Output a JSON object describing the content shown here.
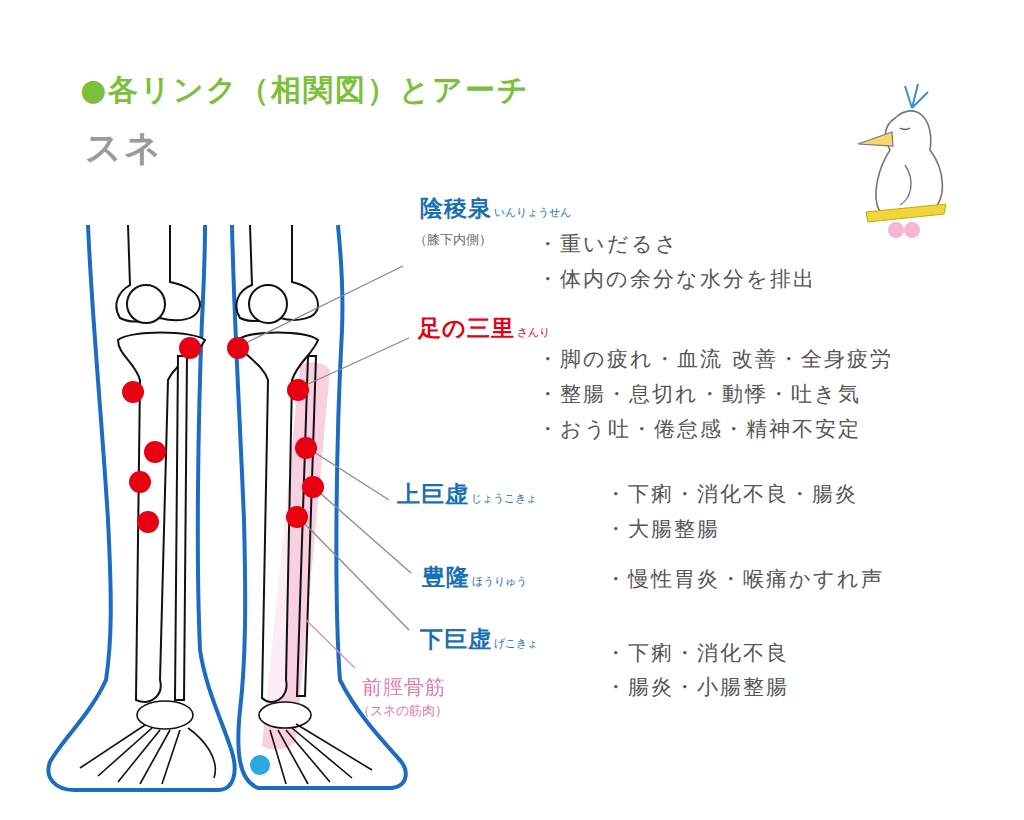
{
  "diagram": {
    "title": "●各リンク（相関図）とアーチ",
    "labels": [
      "スネ",
      "陰稜泉",
      "いんりょうせん",
      "（膝下内側）",
      "・重いだるさ",
      "・体内の余分な水分を排出",
      "足の三里",
      "さんり",
      "・脚の疲れ・血流 改善・全身疲労",
      "・整腸・息切れ・動悸・吐き気",
      "・おう吐・倦怠感・精神不安定",
      "上巨虚",
      "じょうこきょ",
      "・下痢・消化不良・腸炎",
      "・大腸整腸",
      "豊隆",
      "ほうりゅう",
      "・慢性胃炎・喉痛かすれ声",
      "下巨虚",
      "げこきょ",
      "・下痢・消化不良",
      "・腸炎・小腸整腸",
      "前脛骨筋",
      "（スネの筋肉）"
    ]
  }
}
